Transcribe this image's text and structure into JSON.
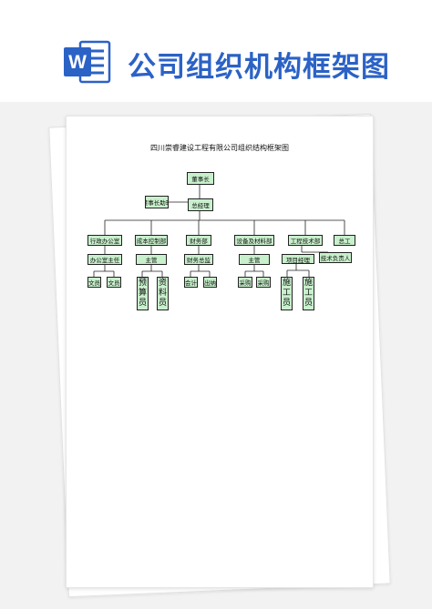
{
  "banner": {
    "app_icon": "word-icon",
    "app_icon_letter": "W",
    "title": "公司组织机构框架图"
  },
  "document": {
    "title": "四川崇睿建设工程有限公司组织结构框架图",
    "chairman": "董事长",
    "chairman_assistant": "董事长助理",
    "general_manager": "总经理",
    "departments": {
      "admin": "行政办公室",
      "cost_control": "成本控制部",
      "finance": "财务部",
      "equipment": "设备及材料部",
      "engineering": "工程技术部",
      "chief_engineer": "总工"
    },
    "managers": {
      "admin_head": "办公室主任",
      "cost_head": "主管",
      "finance_head": "财务总监",
      "equipment_head": "主管",
      "project_manager": "项目经理",
      "tech_lead": "技术负责人"
    },
    "staff": {
      "clerk_1": "文员",
      "clerk_2": "文员",
      "budgeter": [
        "预",
        "算",
        "员"
      ],
      "data_clerk": [
        "资",
        "料",
        "员"
      ],
      "accountant": "会计",
      "cashier": "出纳",
      "purchaser_1": "采购",
      "purchaser_2": "采购",
      "constructor_1": [
        "施",
        "工",
        "员"
      ],
      "constructor_2": [
        "施",
        "工",
        "员"
      ]
    }
  }
}
